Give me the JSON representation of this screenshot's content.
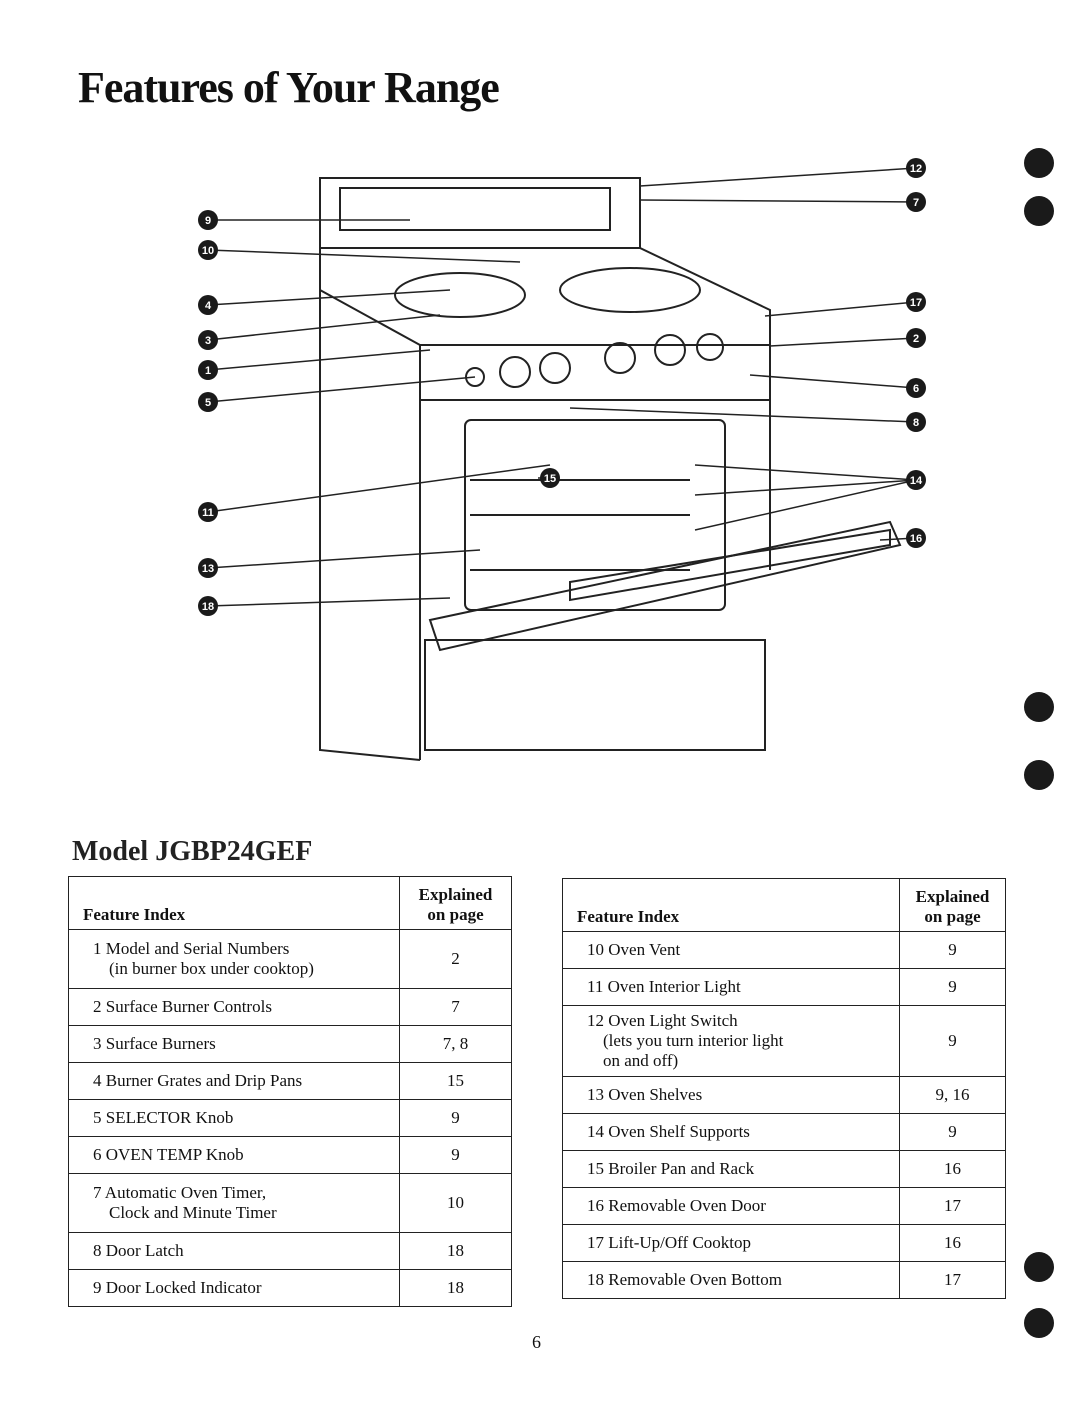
{
  "page": {
    "title": "Features of Your Range",
    "model": "Model JGBP24GEF",
    "page_number": "6"
  },
  "diagram": {
    "callouts": [
      "1",
      "2",
      "3",
      "4",
      "5",
      "6",
      "7",
      "8",
      "9",
      "10",
      "11",
      "12",
      "13",
      "14",
      "15",
      "16",
      "17",
      "18"
    ]
  },
  "tables": {
    "header_feature": "Feature Index",
    "header_page_line1": "Explained",
    "header_page_line2": "on page",
    "left_rows": [
      {
        "label": "1 Model and Serial Numbers",
        "sub": "(in burner box under cooktop)",
        "page": "2"
      },
      {
        "label": "2 Surface Burner Controls",
        "sub": "",
        "page": "7"
      },
      {
        "label": "3 Surface Burners",
        "sub": "",
        "page": "7, 8"
      },
      {
        "label": "4 Burner Grates and Drip Pans",
        "sub": "",
        "page": "15"
      },
      {
        "label": "5 SELECTOR Knob",
        "sub": "",
        "page": "9"
      },
      {
        "label": "6 OVEN TEMP Knob",
        "sub": "",
        "page": "9"
      },
      {
        "label": "7 Automatic Oven Timer,",
        "sub": "Clock and Minute Timer",
        "page": "10"
      },
      {
        "label": "8 Door Latch",
        "sub": "",
        "page": "18"
      },
      {
        "label": "9 Door Locked Indicator",
        "sub": "",
        "page": "18"
      }
    ],
    "right_rows": [
      {
        "label": "10 Oven Vent",
        "sub": "",
        "page": "9"
      },
      {
        "label": "11 Oven Interior Light",
        "sub": "",
        "page": "9"
      },
      {
        "label": "12 Oven Light Switch",
        "sub": "(lets you turn interior light",
        "sub2": "on and off)",
        "page": "9"
      },
      {
        "label": "13 Oven Shelves",
        "sub": "",
        "page": "9, 16"
      },
      {
        "label": "14 Oven Shelf Supports",
        "sub": "",
        "page": "9"
      },
      {
        "label": "15 Broiler Pan and Rack",
        "sub": "",
        "page": "16"
      },
      {
        "label": "16 Removable Oven Door",
        "sub": "",
        "page": "17"
      },
      {
        "label": "17 Lift-Up/Off Cooktop",
        "sub": "",
        "page": "16"
      },
      {
        "label": "18 Removable Oven Bottom",
        "sub": "",
        "page": "17"
      }
    ]
  },
  "colors": {
    "ink": "#111111",
    "paper": "#ffffff",
    "callout": "#1a1a1a"
  }
}
